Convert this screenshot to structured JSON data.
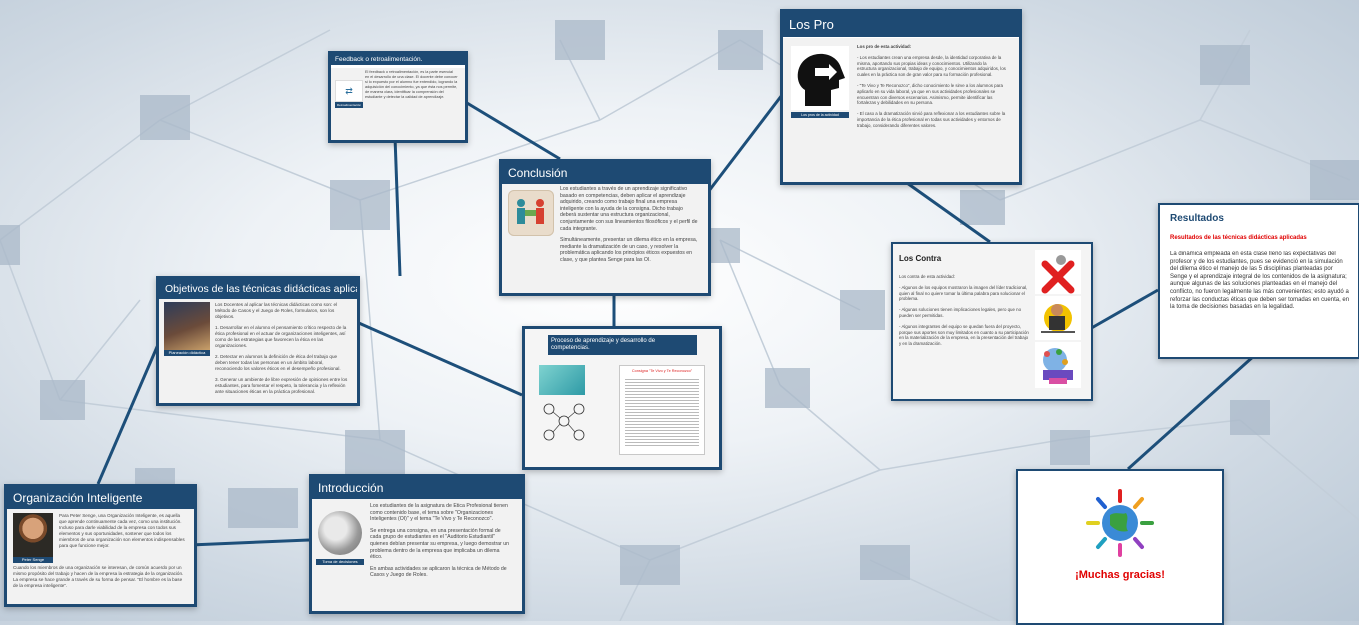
{
  "colors": {
    "frame": "#1e4a73",
    "path": "#1d4f7a",
    "red": "#e00000"
  },
  "organizacion": {
    "title": "Organización Inteligente",
    "caption": "Peter Senge",
    "text1": "Para Peter Senge, una Organización Inteligente, es aquella que aprende continuamente cada vez, como una institución. Incluso para darle viabilidad de la empresa con todos sus elementos y sus oportunidades, sostener que todos los miembros de una organización son elementos indispensables para que funcione mejor.",
    "text2": "Cuando los miembros de una organización se interesan, de común acuerdo por un mismo propósito del trabajo y hacen de la empresa la estrategia de la organización. La empresa se hace grande a través de su forma de pensar. \"El hombre es la base de la empresa inteligente\"."
  },
  "introduccion": {
    "title": "Introducción",
    "caption": "Toma de decisiones",
    "p1": "Los estudiantes de la asignatura de Ética Profesional tienen como contenido base, el tema sobre \"Organizaciones Inteligentes (OI)\" y el tema \"Te Vivo y Te Reconozco\".",
    "p2": "Se entrega una consigna, en una presentación formal de cada grupo de estudiantes en el \"Auditorio Estudiantil\" quienes debían presentar su empresa, y luego demostrar un problema dentro de la empresa que implicaba un dilema ético.",
    "p3": "En ambas actividades se aplicaron la técnica de Método de Casos y Juego de Roles."
  },
  "objetivos": {
    "title": "Objetivos de las técnicas didácticas aplicadas",
    "caption": "Planeación didáctica",
    "p1": "Los Docentes al aplicar las técnicas didácticas como son: el Método de Casos y el Juego de Roles, formularon, son los objetivos.",
    "p2": "1. Desarrollar en el alumno el pensamiento crítico respecto de la ética profesional en el actuar de organizaciones inteligentes, así como de las estrategias que favorecen la ética en las organizaciones.",
    "p3": "2. Detectar en alumnos la definición de ética del trabajo que deben tener todas las personas en un ámbito laboral, reconociendo los valores éticos en el desempeño profesional.",
    "p4": "3. Generar un ambiente de libre expresión de opiniones entre los estudiantes, para fomentar el respeto, la tolerancia y la reflexión ante situaciones éticas en la práctica profesional."
  },
  "feedback": {
    "title": "Feedback o retroalimentación.",
    "caption": "Retroalimentación",
    "text": "El feedback o retroalimentación, es la parte esencial en el desarrollo de una clase. El docente debe conocer si lo expuesto por el alumno fue entendido, logrando la adquisición del conocimiento, ya que ésta nos permite, de manera clara, identificar la comprensión del estudiante y detectar la calidad de aprendizaje."
  },
  "conclusion": {
    "title": "Conclusión",
    "p1": "Los estudiantes a través de un aprendizaje significativo basado en competencias, deben aplicar el aprendizaje adquirido, creando como trabajo final una empresa inteligente con la ayuda de la consigna. Dicho trabajo deberá sustentar una estructura organizacional, conjuntamente con sus lineamientos filosóficos y el perfil de cada integrante.",
    "p2": "Simultáneamente, presentar un dilema ético en la empresa, mediante la dramatización de un caso, y resolver la problemática aplicando los principios éticos expuestos en clase, y que plantea Senge para las OI."
  },
  "proceso": {
    "title": "Proceso de aprendizaje y desarrollo de competencias.",
    "doc_title": "Consigna \"Te Vivo y Te Reconozco\""
  },
  "pro": {
    "title": "Los Pro",
    "caption": "Los pros de la actividad",
    "heading": "Los pro de esta actividad:",
    "p1": "- Los estudiantes crean una empresa desde, la identidad corporativa de la misma, aportando sus propias ideas y conocimientos. Utilizando la estructura organizacional, trabajo de equipo, y conocimientos adquiridos, los cuales en la práctica son de gran valor para su formación profesional.",
    "p2": "- \"Te Vivo y Te Reconozco\", dicho conocimiento le sirve a los alumnos para aplicarlo en su vida laboral, ya que en sus actividades profesionales se encuentran con diversos escenarios. Asimismo, permite identificar las fortalezas y debilidades en su persona.",
    "p3": "- El caso a la dramatización sirvió para reflexionar a los estudiantes sobre la importancia de la ética profesional en todas sus actividades y entornos de trabajo, considerando diferentes valores."
  },
  "contra": {
    "title": "Los Contra",
    "heading": "Los contra de esta actividad:",
    "p1": "- Algunos de los equipos mostraron la imagen del líder tradicional, quien al final no quiere tomar la última palabra para solucionar el problema.",
    "p2": "- Algunas soluciones tienen implicaciones legales, pero que no pueden ser permitidas.",
    "p3": "- Algunos integrantes del equipo se quedan fuera del proyecto, porque sus aportes son muy limitados en cuanto a su participación en la materialización de la empresa, en la presentación del trabajo y en la dramatización."
  },
  "resultados": {
    "title": "Resultados",
    "subtitle": "Resultados de las técnicas didácticas aplicadas",
    "text": "La dinámica empleada en esta clase llenó las expectativas del profesor y de los estudiantes, pues se evidenció en la simulación del dilema ético el manejo de las 5 disciplinas planteadas por Senge y el aprendizaje integral de los contenidos de la asignatura; aunque algunas de las soluciones planteadas en el manejo del conflicto, no fueron legalmente las más convenientes; esto ayudó a reforzar las conductas éticas que deben ser tomadas en cuenta, en la toma de decisiones basadas en la legalidad."
  },
  "thanks": {
    "text": "¡Muchas gracias!"
  }
}
